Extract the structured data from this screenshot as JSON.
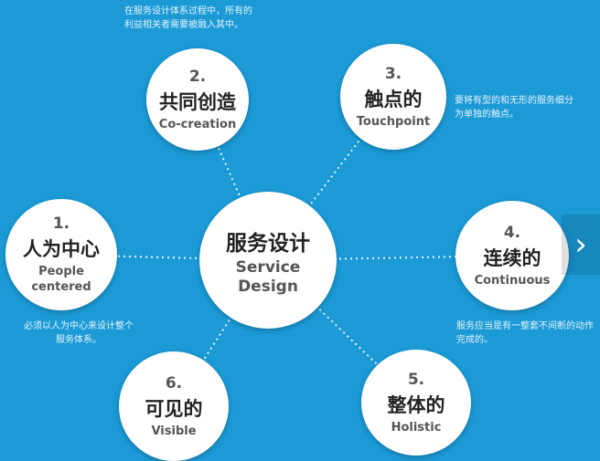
{
  "center": {
    "zh": "服务设计",
    "en1": "Service",
    "en2": "Design"
  },
  "nodes": [
    {
      "num": "1.",
      "zh": "人为中心",
      "en1": "People",
      "en2": "centered",
      "note": "必须以人为中心来设计整个服务体系。"
    },
    {
      "num": "2.",
      "zh": "共同创造",
      "en1": "Co-creation",
      "note": "在服务设计体系过程中，所有的利益相关者需要被融入其中。"
    },
    {
      "num": "3.",
      "zh": "触点的",
      "en1": "Touchpoint",
      "note": "要将有型的和无形的服务细分为单独的触点。"
    },
    {
      "num": "4.",
      "zh": "连续的",
      "en1": "Continuous",
      "note": "服务应当是有一整套不间断的动作完成的。"
    },
    {
      "num": "5.",
      "zh": "整体的",
      "en1": "Holistic"
    },
    {
      "num": "6.",
      "zh": "可见的",
      "en1": "Visible"
    }
  ],
  "nav": {
    "next_icon": "›"
  }
}
